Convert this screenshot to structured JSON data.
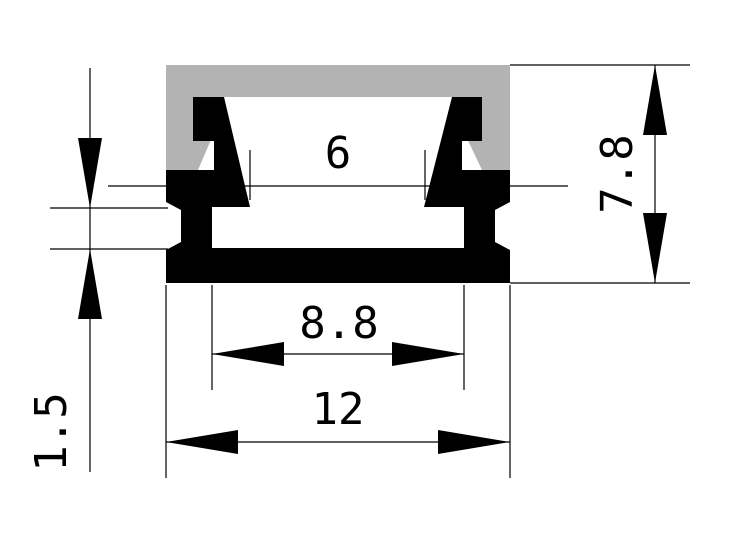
{
  "drawing": {
    "dimensions": {
      "inner_opening": "6",
      "inner_width": "8.8",
      "outer_width": "12",
      "height": "7.8",
      "base_thickness": "1.5"
    },
    "colors": {
      "profile": "#000000",
      "diffuser": "#b3b3b3",
      "line": "#000000",
      "background": "#ffffff"
    }
  }
}
